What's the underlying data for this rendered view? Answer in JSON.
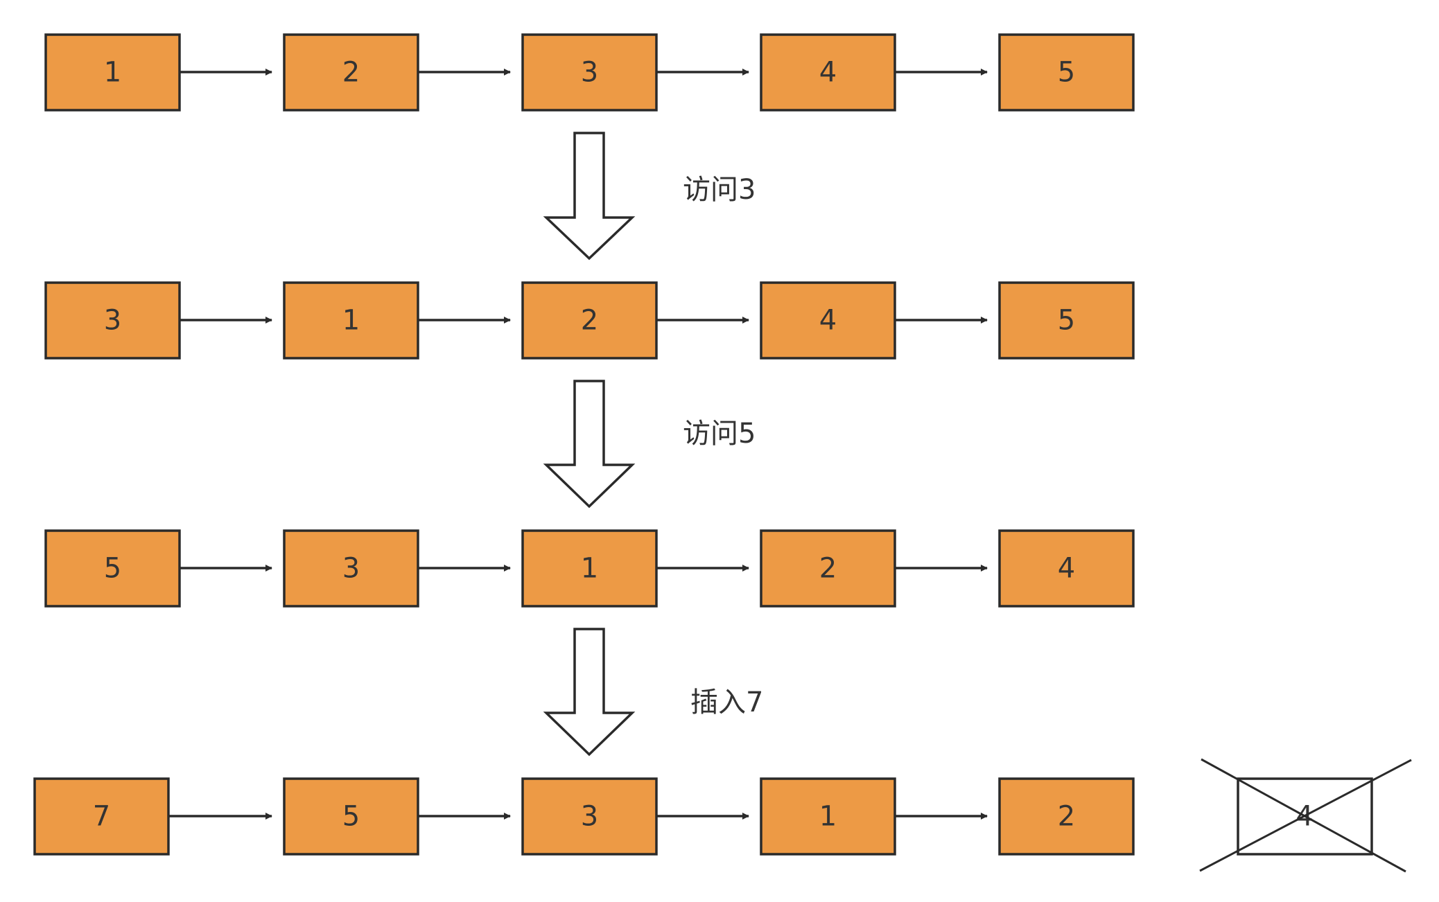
{
  "rows": [
    {
      "nodes": [
        "1",
        "2",
        "3",
        "4",
        "5"
      ]
    },
    {
      "nodes": [
        "3",
        "1",
        "2",
        "4",
        "5"
      ]
    },
    {
      "nodes": [
        "5",
        "3",
        "1",
        "2",
        "4"
      ]
    },
    {
      "nodes": [
        "7",
        "5",
        "3",
        "1",
        "2"
      ]
    }
  ],
  "steps": [
    {
      "label": "访问3"
    },
    {
      "label": "访问5"
    },
    {
      "label": "插入7"
    }
  ],
  "evicted": {
    "label": "4"
  },
  "colors": {
    "node_fill": "#ED9A45",
    "stroke": "#2A2A2A",
    "text": "#333333",
    "background": "#FFFFFF"
  }
}
